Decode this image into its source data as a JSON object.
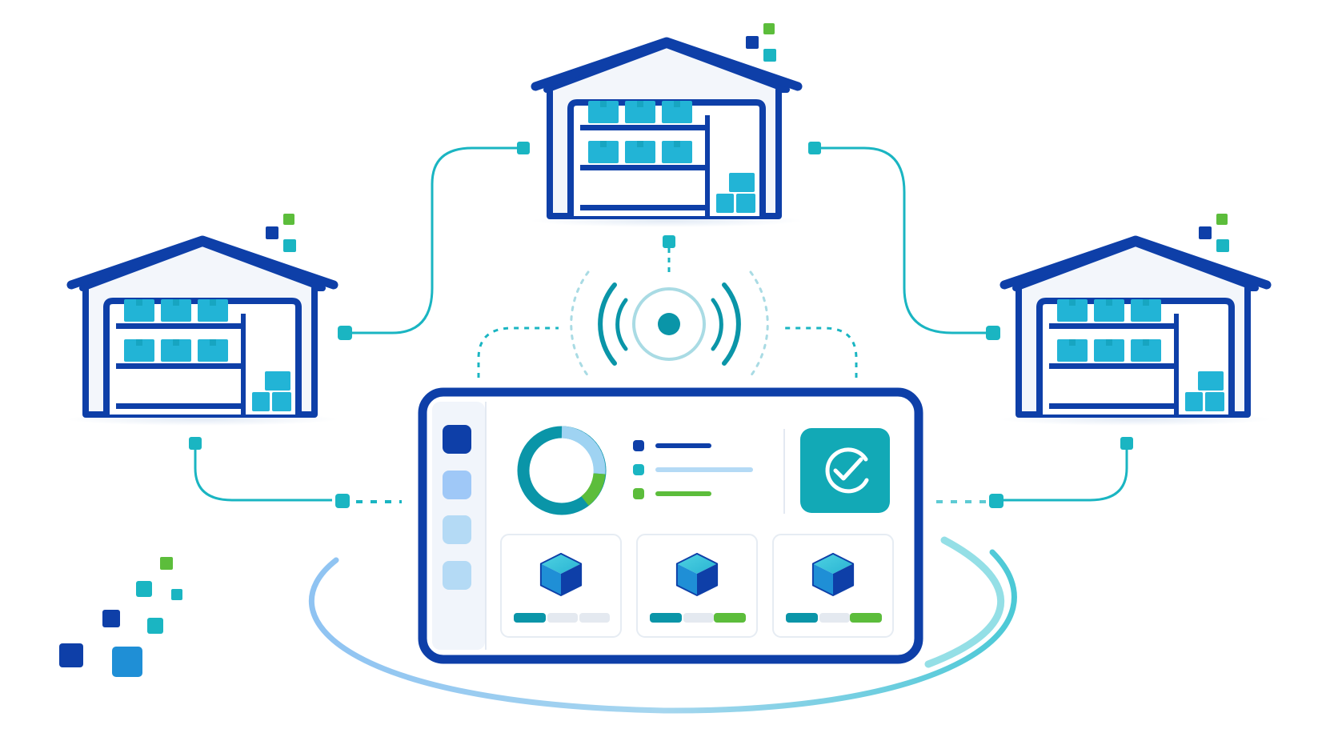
{
  "colors": {
    "navy": "#0e3fa8",
    "navy_dark": "#0b3a9a",
    "teal": "#1ab5c2",
    "teal_dark": "#0a95a8",
    "cyan_box": "#27a9dd",
    "green": "#5cbd3b",
    "light_blue": "#9fc8f7",
    "lighter_blue": "#b4daf5",
    "wall": "#f3f6fb",
    "panel_bg": "#f5f8fc",
    "card_border": "#e6ecf3",
    "signal_pale": "#a9dbe4"
  },
  "icons": {
    "warehouses": [
      "warehouse-icon",
      "warehouse-icon",
      "warehouse-icon"
    ],
    "hub": "wireless-signal-icon",
    "status": "checkmark-icon",
    "inventory": "package-cube-icon"
  },
  "dashboard": {
    "sidebar_items": 4,
    "donut_fill": 0.78,
    "cards": [
      {
        "icon": "package-cube-icon",
        "stock_level": "mixed"
      },
      {
        "icon": "package-cube-icon",
        "stock_level": "high"
      },
      {
        "icon": "package-cube-icon",
        "stock_level": "high"
      }
    ]
  }
}
